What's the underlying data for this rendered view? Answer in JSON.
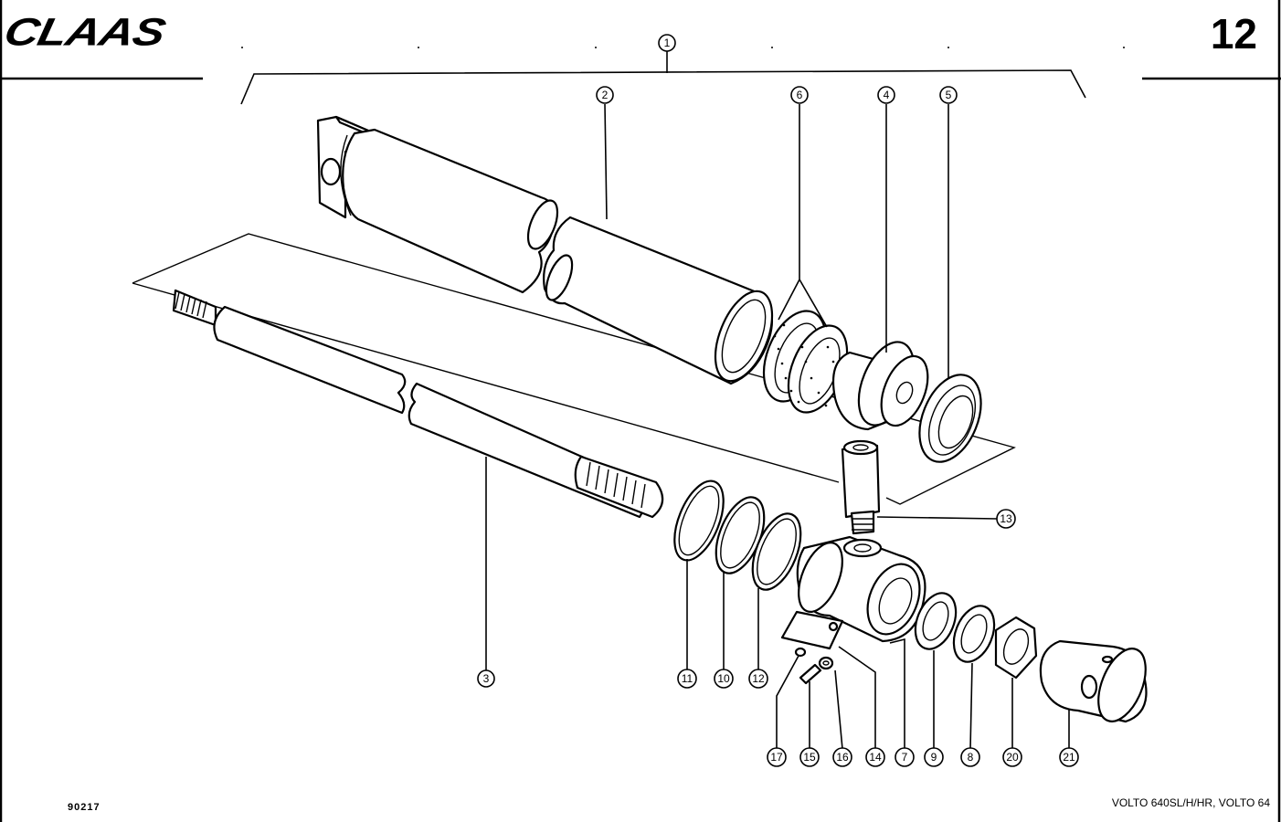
{
  "header": {
    "brand": "CLAAS",
    "page_number": "12"
  },
  "footer": {
    "drawing_number": "90217",
    "model": "VOLTO 640SL/H/HR, VOLTO 64"
  },
  "callouts": [
    "1",
    "2",
    "3",
    "4",
    "5",
    "6",
    "7",
    "8",
    "9",
    "10",
    "11",
    "12",
    "13",
    "14",
    "15",
    "16",
    "17",
    "20",
    "21"
  ]
}
